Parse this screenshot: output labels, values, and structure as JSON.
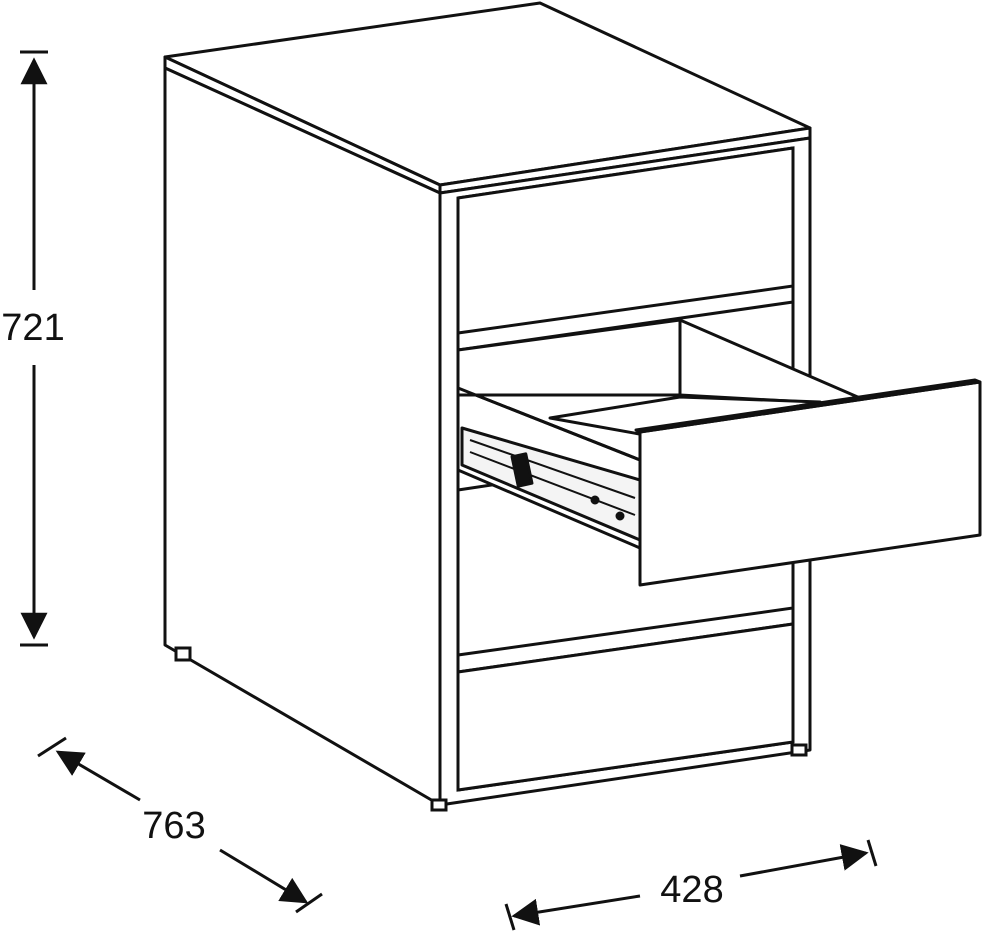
{
  "dimensions": {
    "height": "721",
    "depth": "763",
    "width": "428"
  },
  "colors": {
    "line": "#111111",
    "background": "#ffffff"
  }
}
